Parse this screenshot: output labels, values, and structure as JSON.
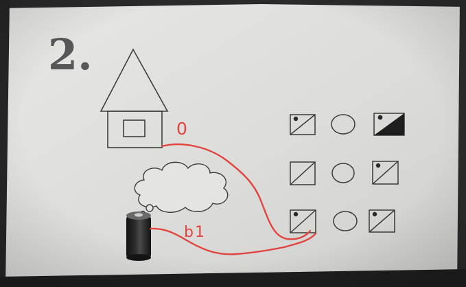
{
  "photo": {
    "number": "2.",
    "labels": {
      "house_wire": "0",
      "battery_wire": "b1"
    },
    "colors": {
      "paper": "#dededd",
      "ink": "#3b3b3b",
      "pen": "#e24a43",
      "dark_edge": "#1f1f1f"
    }
  }
}
